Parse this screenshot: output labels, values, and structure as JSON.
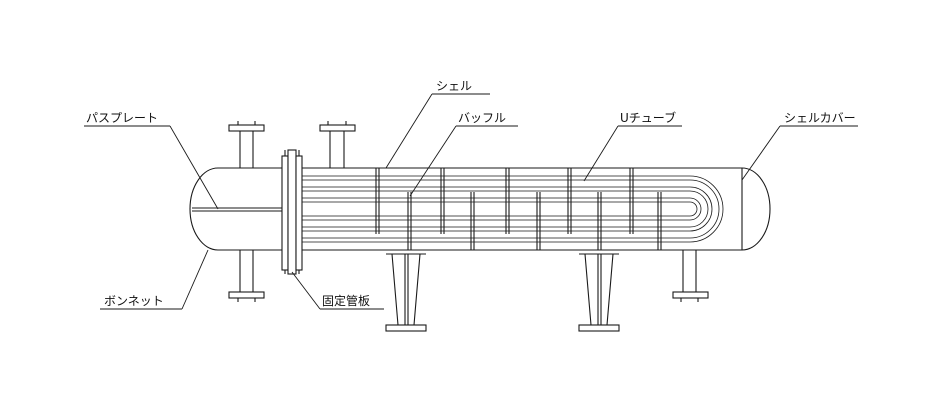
{
  "labels": {
    "pass_plate": "パスプレート",
    "shell": "シェル",
    "baffle": "バッフル",
    "u_tube": "Uチューブ",
    "shell_cover": "シェルカバー",
    "bonnet": "ボンネット",
    "tube_sheet": "固定管板"
  },
  "colors": {
    "line": "#1a1a1a",
    "background": "#ffffff"
  }
}
